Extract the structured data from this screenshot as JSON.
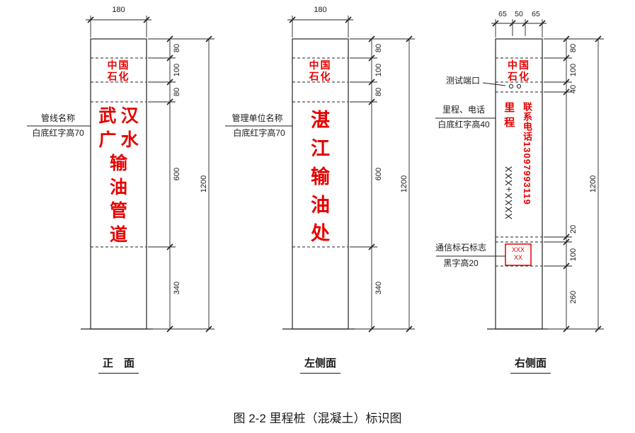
{
  "caption": "图 2-2 里程桩（混凝土）标识图",
  "colors": {
    "red": "#e60000",
    "line": "#222222"
  },
  "front": {
    "title": "正　面",
    "width_dim": "180",
    "brand": "中国\n石化",
    "name": "武 汉\n广 水\n输\n油\n管\n道",
    "label_top": "管线名称",
    "label_bottom": "白底红字高70",
    "segments": [
      "80",
      "100",
      "80",
      "600",
      "340"
    ],
    "total": "1200"
  },
  "left_view": {
    "title": "左侧面",
    "width_dim": "180",
    "brand": "中国\n石化",
    "name": "湛\n江\n输\n油\n处",
    "label_top": "管理单位名称",
    "label_bottom": "白底红字高70",
    "segments": [
      "80",
      "100",
      "80",
      "600",
      "340"
    ],
    "total": "1200"
  },
  "right_view": {
    "title": "右侧面",
    "width_dims": [
      "65",
      "50",
      "65"
    ],
    "brand": "中国\n石化",
    "test_port_label": "测试端口",
    "mileage_phone_label": "里程、电话",
    "mileage_phone_sublabel": "白底红字高40",
    "marker_label": "通信标石标志",
    "marker_sublabel": "黑字高20",
    "mileage_text": "里程",
    "mileage_value": "XXXX+XXX",
    "phone_text": "联系电话13097993119",
    "marker_box": "XXX\nXX",
    "segments": [
      "80",
      "100",
      "40",
      "20",
      "100",
      "260"
    ],
    "total": "1200"
  }
}
